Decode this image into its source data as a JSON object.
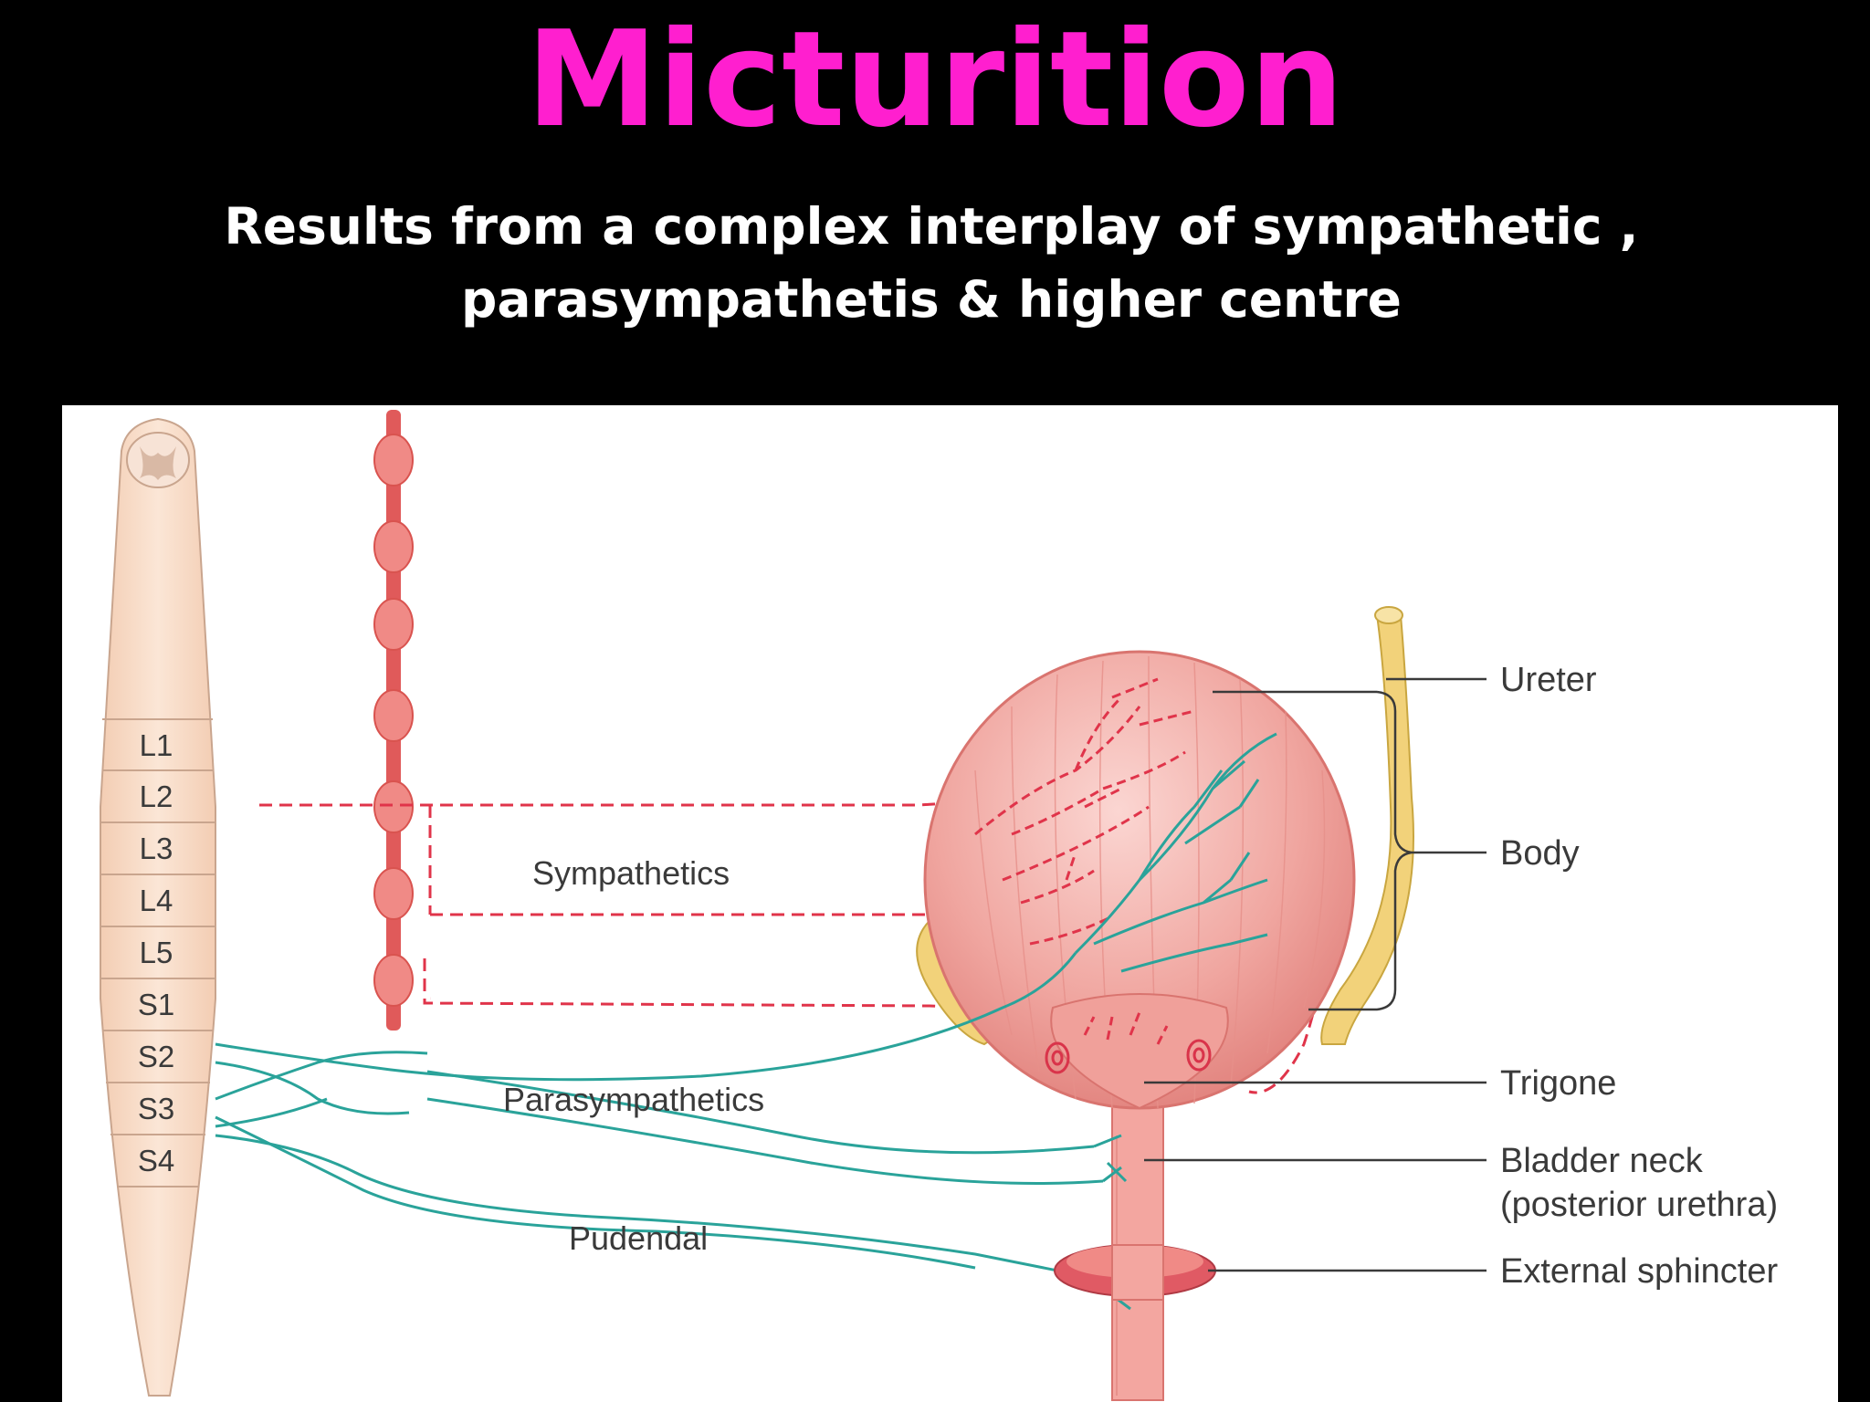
{
  "slide": {
    "title": "Micturition",
    "subtitle": "Results from a complex interplay of sympathetic , parasympathetis & higher centre"
  },
  "diagram": {
    "spinal_segments": [
      "L1",
      "L2",
      "L3",
      "L4",
      "L5",
      "S1",
      "S2",
      "S3",
      "S4"
    ],
    "nerve_labels": {
      "sympathetics": "Sympathetics",
      "parasympathetics": "Parasympathetics",
      "pudendal": "Pudendal"
    },
    "anatomy_labels": {
      "ureter": "Ureter",
      "body": "Body",
      "trigone": "Trigone",
      "bladder_neck": "Bladder neck",
      "bladder_neck_sub": "(posterior urethra)",
      "external_sphincter": "External sphincter"
    },
    "colors": {
      "title": "#ff1fcf",
      "background": "#000000",
      "panel": "#ffffff",
      "sympathetic_nerve": "#e0344a",
      "parasympathetic_nerve": "#2aa39a",
      "bladder": "#f3a6a0",
      "ureter": "#f2d27a",
      "spinal_cord": "#f9dcc6",
      "ganglion": "#f08a86"
    }
  }
}
